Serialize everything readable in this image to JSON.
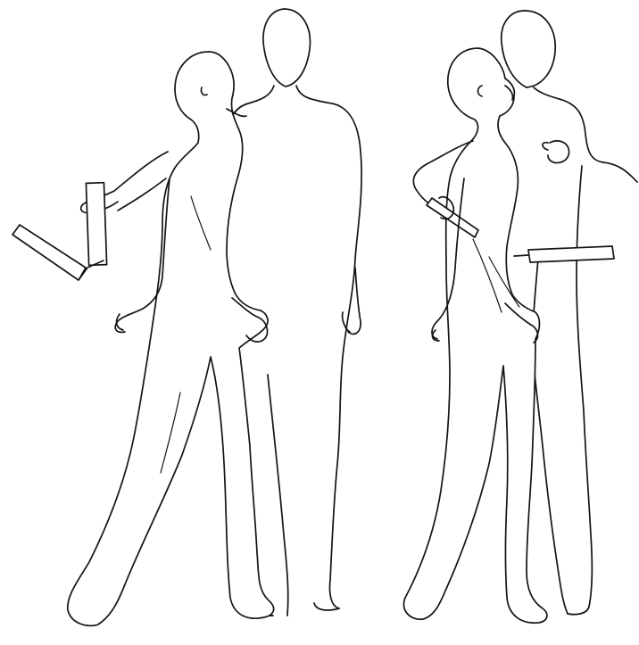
{
  "image_kind": "line-drawing",
  "colors": {
    "background": "#ffffff",
    "line": "#141414"
  },
  "panels": [
    {
      "side": "left",
      "figures": [
        "walking-figure",
        "standing-figure-back-view"
      ],
      "object": "folded-stick"
    },
    {
      "side": "right",
      "figures": [
        "figure-profile",
        "figure-facing-front"
      ],
      "object": "straight-stick"
    }
  ]
}
